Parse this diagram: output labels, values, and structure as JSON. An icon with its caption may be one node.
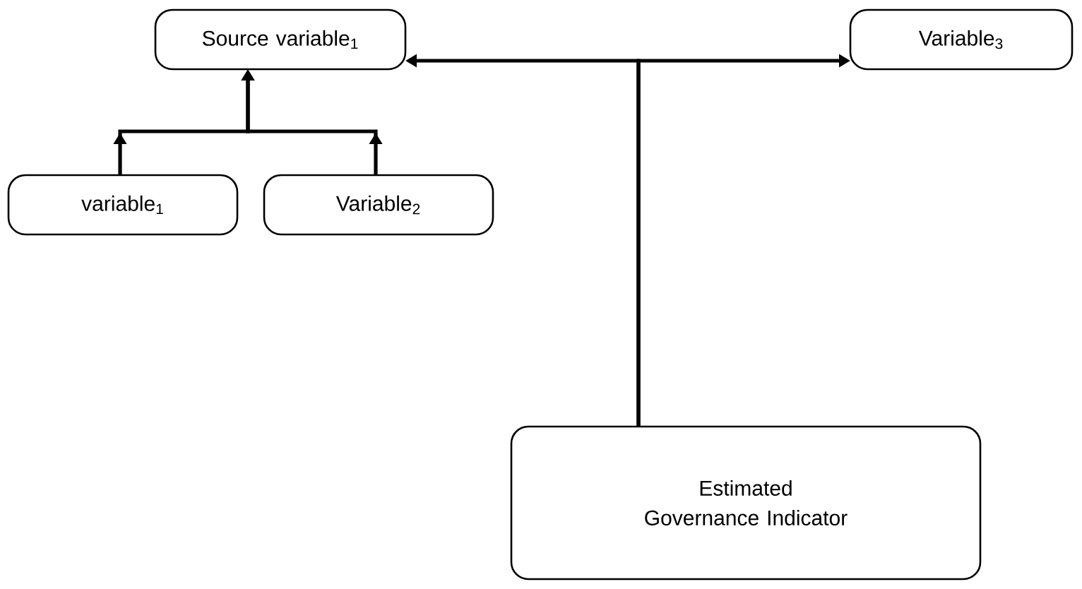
{
  "diagram": {
    "nodes": [
      {
        "text": [
          "Source variable$_{1}$"
        ]
      },
      {
        "text": [
          "Variable$_{3}$"
        ]
      },
      {
        "text": [
          "variable$_{1}$"
        ]
      },
      {
        "text": [
          "Variable$_{2}$"
        ]
      },
      {
        "text": [
          "Estimated Governance Indicator"
        ]
      }
    ],
    "edges": [
      {
        "from": 2,
        "to": 0,
        "arrow": "to"
      },
      {
        "from": 3,
        "to": 0,
        "arrow": "to"
      },
      {
        "from": 4,
        "to": 0,
        "arrow": "to"
      },
      {
        "from": 4,
        "to": 1,
        "arrow": "to"
      }
    ]
  }
}
